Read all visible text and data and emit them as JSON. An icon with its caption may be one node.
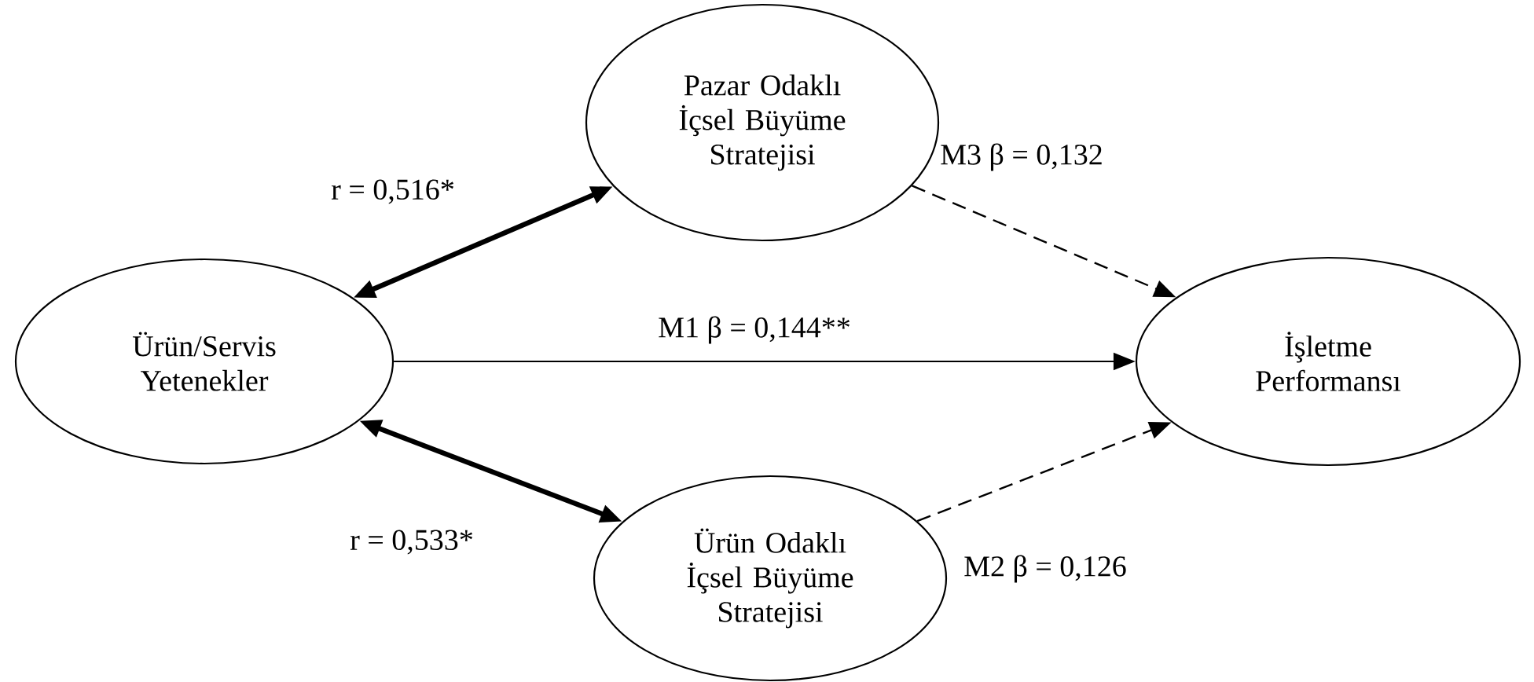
{
  "diagram": {
    "nodes": [
      {
        "text": [
          "Ürün/Servis Yetenekler"
        ]
      },
      {
        "text": [
          "Pazar Odaklı İçsel Büyüme Stratejisi"
        ]
      },
      {
        "text": [
          "Ürün Odaklı İçsel Büyüme Stratejisi"
        ]
      },
      {
        "text": [
          "İşletme Performansı"
        ]
      }
    ],
    "edges": [
      {
        "from": 0,
        "to": 1,
        "arrow": "both",
        "label": "r = 0,516*",
        "style": "thick"
      },
      {
        "from": 0,
        "to": 3,
        "arrow": "to",
        "label": "M1 β = 0,144**"
      },
      {
        "from": 0,
        "to": 2,
        "arrow": "both",
        "label": "r = 0,533*",
        "style": "thick"
      },
      {
        "from": 1,
        "to": 3,
        "arrow": "to",
        "label": "M3 β = 0,132",
        "style": "dashed"
      },
      {
        "from": 2,
        "to": 3,
        "arrow": "to",
        "label": "M2 β = 0,126",
        "style": "dashed"
      }
    ]
  }
}
